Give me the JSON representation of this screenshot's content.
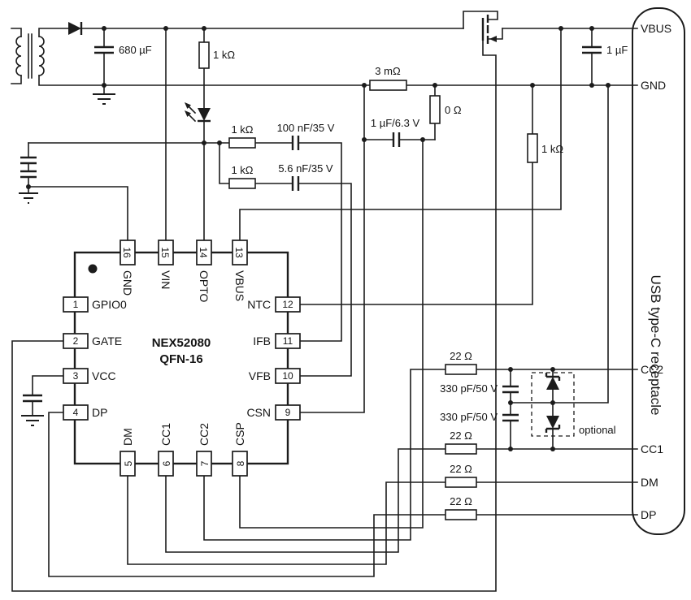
{
  "ic": {
    "name": "NEX52080",
    "package": "QFN-16",
    "pins": {
      "top": [
        {
          "num": "16",
          "name": "GND"
        },
        {
          "num": "15",
          "name": "VIN"
        },
        {
          "num": "14",
          "name": "OPTO"
        },
        {
          "num": "13",
          "name": "VBUS"
        }
      ],
      "left": [
        {
          "num": "1",
          "name": "GPIO0"
        },
        {
          "num": "2",
          "name": "GATE"
        },
        {
          "num": "3",
          "name": "VCC"
        },
        {
          "num": "4",
          "name": "DP"
        }
      ],
      "right": [
        {
          "num": "12",
          "name": "NTC"
        },
        {
          "num": "11",
          "name": "IFB"
        },
        {
          "num": "10",
          "name": "VFB"
        },
        {
          "num": "9",
          "name": "CSN"
        }
      ],
      "bottom": [
        {
          "num": "5",
          "name": "DM"
        },
        {
          "num": "6",
          "name": "CC1"
        },
        {
          "num": "7",
          "name": "CC2"
        },
        {
          "num": "8",
          "name": "CSP"
        }
      ]
    }
  },
  "receptacle": {
    "label": "USB type-C receptacle",
    "pins": {
      "vbus": "VBUS",
      "gnd": "GND",
      "cc2": "CC2",
      "cc1": "CC1",
      "dm": "DM",
      "dp": "DP"
    }
  },
  "components": {
    "bulk_cap": "680 µF",
    "vin_resistor": "1 kΩ",
    "fb_resistor1": "1 kΩ",
    "fb_cap1": "100 nF/35 V",
    "fb_resistor2": "1 kΩ",
    "fb_cap2": "5.6 nF/35 V",
    "shunt_resistor": "3 mΩ",
    "zero_ohm_resistor": "0 Ω",
    "sense_filter_cap": "1 µF/6.3 V",
    "vbus_cap": "1 µF",
    "ntc_resistor": "1 kΩ",
    "cc2_resistor": "22 Ω",
    "cc1_resistor": "22 Ω",
    "dm_resistor": "22 Ω",
    "dp_resistor": "22 Ω",
    "cc2_cap": "330 pF/50 V",
    "cc1_cap": "330 pF/50 V",
    "optional": "optional"
  }
}
